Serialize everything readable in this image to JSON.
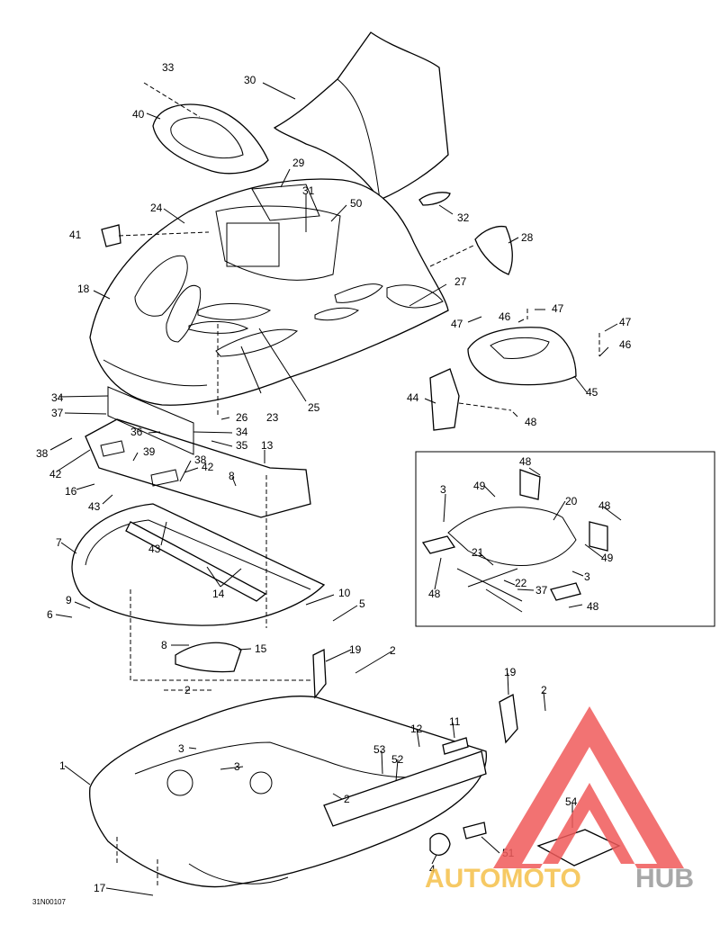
{
  "diagram": {
    "code": "31N00107",
    "callouts": [
      {
        "id": "c33",
        "label": "33"
      },
      {
        "id": "c30",
        "label": "30"
      },
      {
        "id": "c40",
        "label": "40"
      },
      {
        "id": "c29",
        "label": "29"
      },
      {
        "id": "c31",
        "label": "31"
      },
      {
        "id": "c50",
        "label": "50"
      },
      {
        "id": "c24",
        "label": "24"
      },
      {
        "id": "c41",
        "label": "41"
      },
      {
        "id": "c32",
        "label": "32"
      },
      {
        "id": "c28",
        "label": "28"
      },
      {
        "id": "c18",
        "label": "18"
      },
      {
        "id": "c27",
        "label": "27"
      },
      {
        "id": "c47a",
        "label": "47"
      },
      {
        "id": "c46a",
        "label": "46"
      },
      {
        "id": "c47b",
        "label": "47"
      },
      {
        "id": "c47c",
        "label": "47"
      },
      {
        "id": "c46b",
        "label": "46"
      },
      {
        "id": "c45",
        "label": "45"
      },
      {
        "id": "c44",
        "label": "44"
      },
      {
        "id": "c48a",
        "label": "48"
      },
      {
        "id": "c34a",
        "label": "34"
      },
      {
        "id": "c37a",
        "label": "37"
      },
      {
        "id": "c26",
        "label": "26"
      },
      {
        "id": "c23",
        "label": "23"
      },
      {
        "id": "c25",
        "label": "25"
      },
      {
        "id": "c36",
        "label": "36"
      },
      {
        "id": "c34b",
        "label": "34"
      },
      {
        "id": "c35",
        "label": "35"
      },
      {
        "id": "c38a",
        "label": "38"
      },
      {
        "id": "c39",
        "label": "39"
      },
      {
        "id": "c13",
        "label": "13"
      },
      {
        "id": "c42a",
        "label": "42"
      },
      {
        "id": "c42b",
        "label": "42"
      },
      {
        "id": "c38b",
        "label": "38"
      },
      {
        "id": "c16",
        "label": "16"
      },
      {
        "id": "c8a",
        "label": "8"
      },
      {
        "id": "c43a",
        "label": "43"
      },
      {
        "id": "c7",
        "label": "7"
      },
      {
        "id": "c43b",
        "label": "43"
      },
      {
        "id": "c14",
        "label": "14"
      },
      {
        "id": "c9",
        "label": "9"
      },
      {
        "id": "c10",
        "label": "10"
      },
      {
        "id": "c6",
        "label": "6"
      },
      {
        "id": "c5",
        "label": "5"
      },
      {
        "id": "c8b",
        "label": "8"
      },
      {
        "id": "c15",
        "label": "15"
      },
      {
        "id": "c19a",
        "label": "19"
      },
      {
        "id": "c2a",
        "label": "2"
      },
      {
        "id": "c2b",
        "label": "2"
      },
      {
        "id": "c19b",
        "label": "19"
      },
      {
        "id": "c2c",
        "label": "2"
      },
      {
        "id": "c12",
        "label": "12"
      },
      {
        "id": "c11",
        "label": "11"
      },
      {
        "id": "c3a",
        "label": "3"
      },
      {
        "id": "c3b",
        "label": "3"
      },
      {
        "id": "c53",
        "label": "53"
      },
      {
        "id": "c52",
        "label": "52"
      },
      {
        "id": "c1",
        "label": "1"
      },
      {
        "id": "c2d",
        "label": "2"
      },
      {
        "id": "c54",
        "label": "54"
      },
      {
        "id": "c51",
        "label": "51"
      },
      {
        "id": "c4",
        "label": "4"
      },
      {
        "id": "c17",
        "label": "17"
      },
      {
        "id": "c48b",
        "label": "48"
      },
      {
        "id": "c49a",
        "label": "49"
      },
      {
        "id": "c3c",
        "label": "3"
      },
      {
        "id": "c20",
        "label": "20"
      },
      {
        "id": "c48c",
        "label": "48"
      },
      {
        "id": "c49b",
        "label": "49"
      },
      {
        "id": "c21",
        "label": "21"
      },
      {
        "id": "c22",
        "label": "22"
      },
      {
        "id": "c3d",
        "label": "3"
      },
      {
        "id": "c48d",
        "label": "48"
      },
      {
        "id": "c37b",
        "label": "37"
      },
      {
        "id": "c48e",
        "label": "48"
      }
    ]
  },
  "watermark": {
    "word_a": "AUTOMOTO",
    "word_b": "HUB",
    "color_a": "#f5c04a",
    "color_b": "#9a9a9a",
    "logo_color": "#f05a5a"
  }
}
